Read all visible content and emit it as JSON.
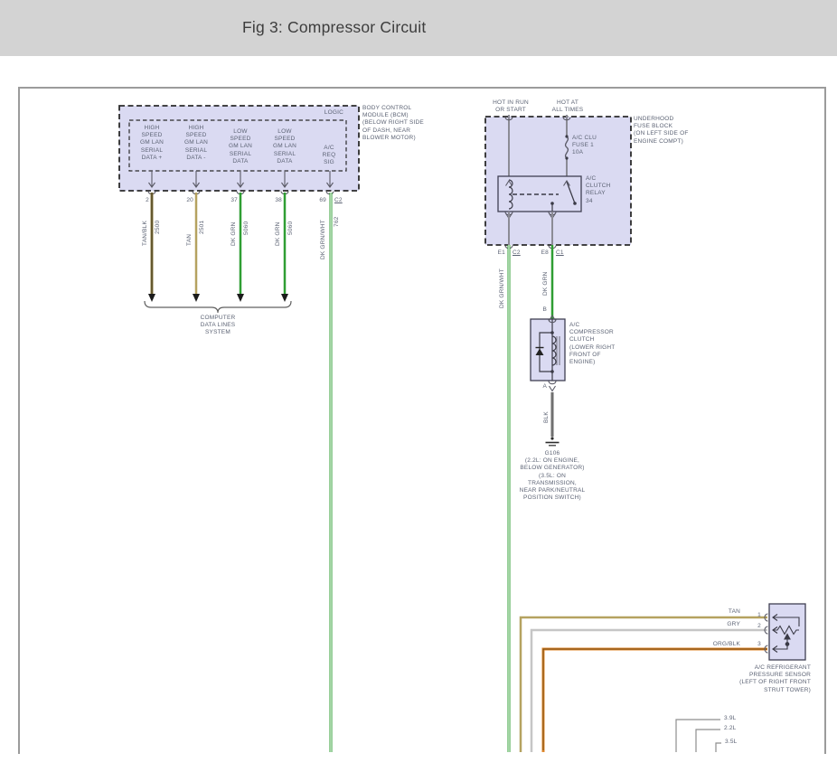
{
  "header": {
    "title": "Fig 3: Compressor Circuit"
  },
  "bcm": {
    "logic": "LOGIC",
    "desc": "BODY CONTROL\nMODULE (BCM)\n(BELOW RIGHT SIDE\nOF DASH, NEAR\nBLOWER MOTOR)",
    "cols": [
      {
        "label": "HIGH\nSPEED\nGM LAN\nSERIAL\nDATA +",
        "pin": "2",
        "wire_color": "TAN/BLK",
        "circuit": "2500"
      },
      {
        "label": "HIGH\nSPEED\nGM LAN\nSERIAL\nDATA -",
        "pin": "20",
        "wire_color": "TAN",
        "circuit": "2501"
      },
      {
        "label": "LOW\nSPEED\nGM LAN\nSERIAL\nDATA",
        "pin": "37",
        "wire_color": "DK GRN",
        "circuit": "5060"
      },
      {
        "label": "LOW\nSPEED\nGM LAN\nSERIAL\nDATA",
        "pin": "38",
        "wire_color": "DK GRN",
        "circuit": "5060"
      },
      {
        "label": "A/C\nREQ\nSIG",
        "pin": "69",
        "connector": "C2",
        "wire_color": "DK GRN/WHT",
        "circuit": "762"
      }
    ],
    "brace_label": "COMPUTER\nDATA LINES\nSYSTEM"
  },
  "fuse_block": {
    "feed_left": "HOT IN RUN\nOR START",
    "feed_right": "HOT AT\nALL TIMES",
    "desc": "UNDERHOOD\nFUSE BLOCK\n(ON LEFT SIDE OF\nENGINE COMPT)",
    "fuse": "A/C CLU\nFUSE 1\n10A",
    "relay": "A/C\nCLUTCH\nRELAY\n34",
    "out_left": {
      "pin": "E1",
      "conn": "C2",
      "wire": "DK GRN/WHT"
    },
    "out_right": {
      "pin": "E8",
      "conn": "C1",
      "wire": "DK GRN"
    }
  },
  "clutch": {
    "pin_in": "B",
    "pin_out": "A",
    "desc": "A/C\nCOMPRESSOR\nCLUTCH\n(LOWER RIGHT\nFRONT OF\nENGINE)",
    "wire_out": "BLK"
  },
  "ground": {
    "label": "G106\n(2.2L: ON ENGINE,\nBELOW GENERATOR)\n(3.5L: ON\nTRANSMISSION,\nNEAR PARK/NEUTRAL\nPOSITION SWITCH)"
  },
  "sensor": {
    "desc": "A/C REFRIGERANT\nPRESSURE SENSOR\n(LEFT OF RIGHT FRONT\nSTRUT TOWER)",
    "pins": [
      {
        "num": "1",
        "color": "TAN"
      },
      {
        "num": "2",
        "color": "GRY"
      },
      {
        "num": "3",
        "color": "ORG/BLK"
      }
    ]
  },
  "engines": [
    "3.9L",
    "2.2L",
    "3.5L"
  ],
  "colors": {
    "green": "#2f9e33",
    "green_core": "#f0faf0",
    "tan": "#b5a260",
    "tanblk_base": "#8d7d45",
    "tanblk_core": "#3a3217",
    "gray_wire": "#c6c6c6",
    "orange": "#e0892e",
    "orange_core": "#6b4410",
    "black_wire": "#454545",
    "black_core": "#9a9a9a",
    "feed_gray": "#8b8b95",
    "module_fill": "#dadaf2",
    "ink": "#5c6374",
    "header_bg": "#d3d3d3"
  }
}
